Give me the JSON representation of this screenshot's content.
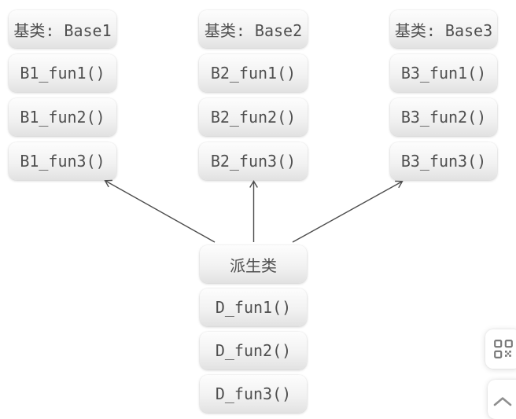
{
  "diagram": {
    "base_classes": [
      {
        "title": "基类: Base1",
        "methods": [
          "B1_fun1()",
          "B1_fun2()",
          "B1_fun3()"
        ]
      },
      {
        "title": "基类: Base2",
        "methods": [
          "B2_fun1()",
          "B2_fun2()",
          "B2_fun3()"
        ]
      },
      {
        "title": "基类: Base3",
        "methods": [
          "B3_fun1()",
          "B3_fun2()",
          "B3_fun3()"
        ]
      }
    ],
    "derived_class": {
      "title": "派生类",
      "methods": [
        "D_fun1()",
        "D_fun2()",
        "D_fun3()"
      ]
    },
    "arrows": [
      {
        "from": "derived_class",
        "to": "base_class_1"
      },
      {
        "from": "derived_class",
        "to": "base_class_2"
      },
      {
        "from": "derived_class",
        "to": "base_class_3"
      }
    ]
  },
  "floating_buttons": [
    {
      "icon": "qr-code-icon"
    },
    {
      "icon": "chevron-up-icon"
    }
  ],
  "colors": {
    "background": "#ffffff",
    "box_gradient_top": "#fdfdfd",
    "box_gradient_bottom": "#e2e2e2",
    "box_text": "#4f4f4f",
    "arrow": "#4d4d4d",
    "button_background": "#ffffff",
    "button_icon": "#7a7a7a"
  }
}
